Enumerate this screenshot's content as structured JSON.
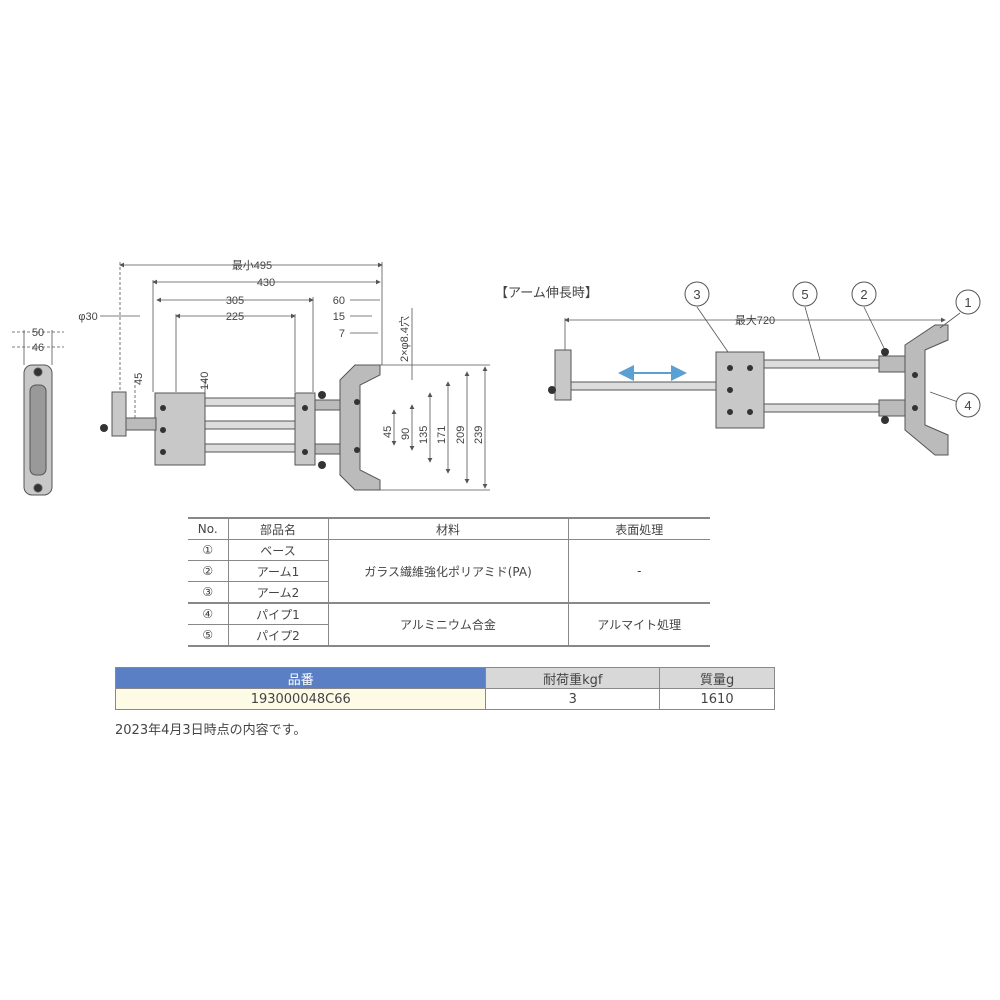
{
  "front_view": {
    "dims": {
      "min_length": "最小495",
      "d430": "430",
      "d305": "305",
      "d225": "225",
      "phi30": "φ30",
      "d45_h": "45",
      "d140": "140",
      "d60": "60",
      "d15": "15",
      "d7": "7",
      "holes": "2×φ8.4穴",
      "v45": "45",
      "v90": "90",
      "v135": "135",
      "v171": "171",
      "v209": "209",
      "v239": "239"
    }
  },
  "side_view": {
    "dims": {
      "d50": "50",
      "d46": "46"
    }
  },
  "extended_view": {
    "title": "【アーム伸長時】",
    "max_length": "最大720",
    "callouts": [
      "1",
      "2",
      "3",
      "4",
      "5"
    ],
    "arrow_color": "#5aa0d0"
  },
  "parts_table": {
    "headers": [
      "No.",
      "部品名",
      "材料",
      "表面処理"
    ],
    "rows": [
      {
        "no": "①",
        "name": "ベース"
      },
      {
        "no": "②",
        "name": "アーム1"
      },
      {
        "no": "③",
        "name": "アーム2"
      },
      {
        "no": "④",
        "name": "パイプ1"
      },
      {
        "no": "⑤",
        "name": "パイプ2"
      }
    ],
    "material_group_1": "ガラス繊維強化ポリアミド(PA)",
    "finish_group_1": "-",
    "material_group_2": "アルミニウム合金",
    "finish_group_2": "アルマイト処理"
  },
  "spec_table": {
    "headers": [
      "品番",
      "耐荷重kgf",
      "質量g"
    ],
    "row": [
      "193000048C66",
      "3",
      "1610"
    ],
    "header_color": "#5b7fc4"
  },
  "note": "2023年4月3日時点の内容です。"
}
